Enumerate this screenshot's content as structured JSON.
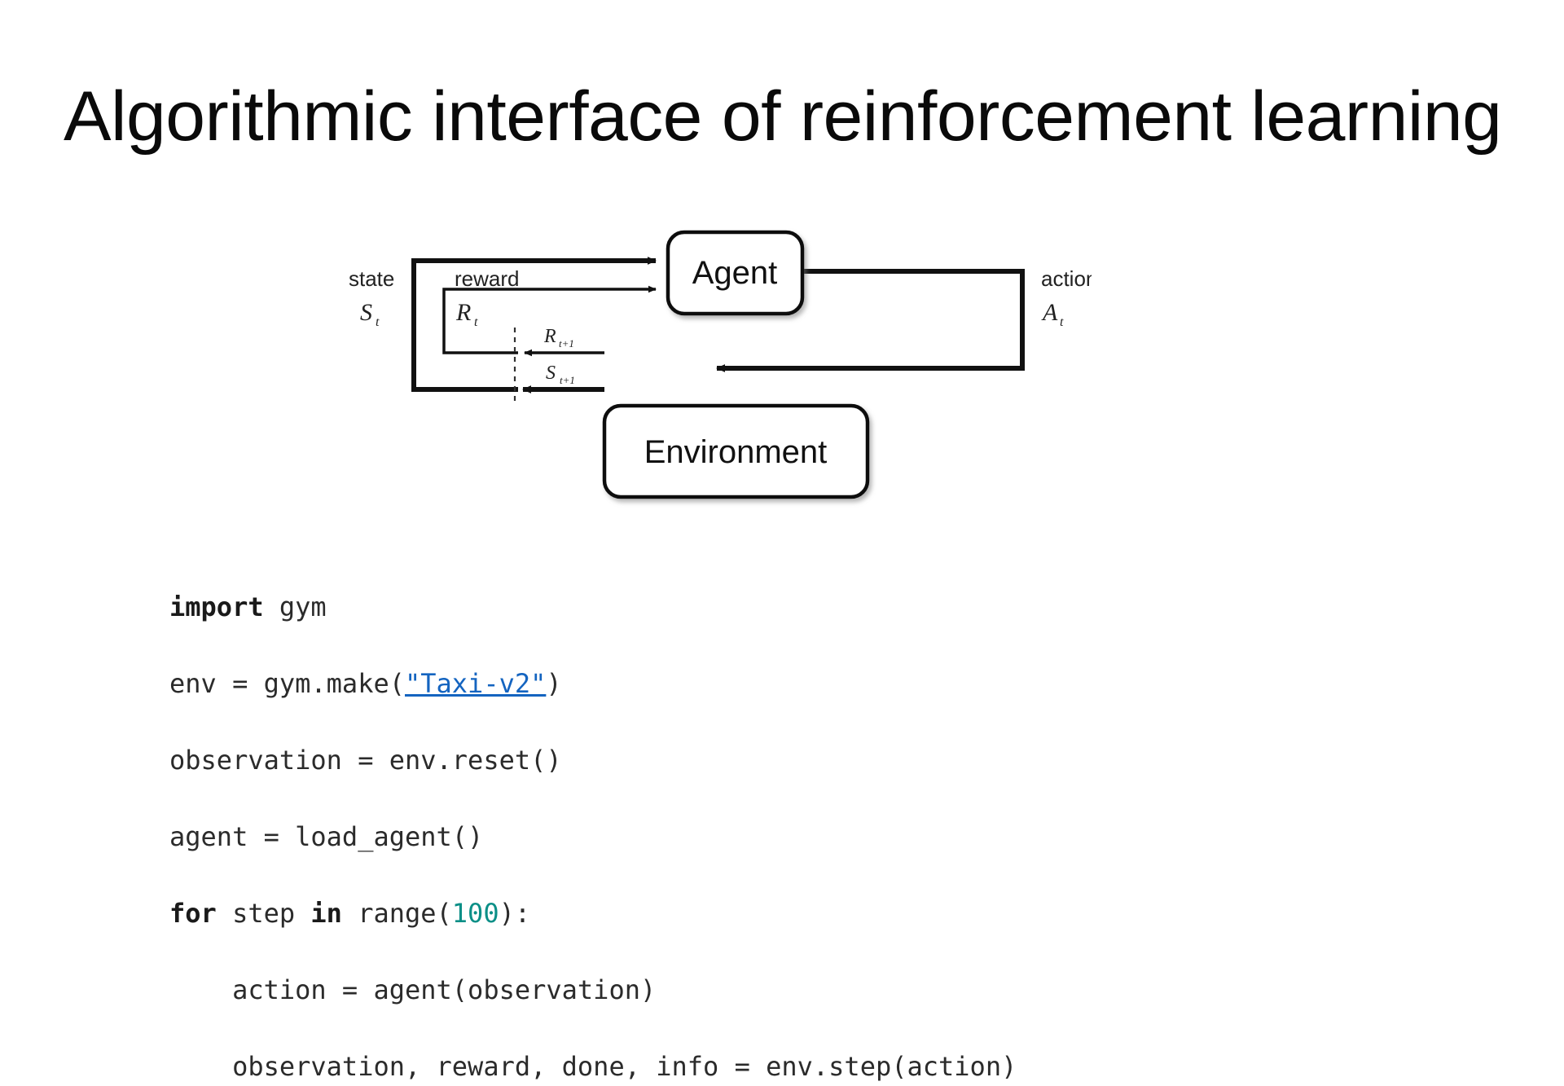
{
  "slide": {
    "title": "Algorithmic interface of reinforcement learning",
    "background_color": "#ffffff",
    "text_color": "#0a0a0a"
  },
  "diagram": {
    "name": "agent-environment-interaction-loop",
    "type": "block-flow",
    "nodes": [
      {
        "id": "agent",
        "label": "Agent"
      },
      {
        "id": "environment",
        "label": "Environment"
      }
    ],
    "edge_labels": {
      "state_word": "state",
      "state_symbol": "S",
      "state_subscript": "t",
      "reward_word": "reward",
      "reward_symbol": "R",
      "reward_subscript": "t",
      "action_word": "action",
      "action_symbol": "A",
      "action_subscript": "t",
      "reward_next_symbol": "R",
      "reward_next_subscript": "t+1",
      "state_next_symbol": "S",
      "state_next_subscript": "t+1"
    },
    "stroke_color": "#111111"
  },
  "code": {
    "language": "python",
    "keyword_color": "#1a1a1a",
    "number_color": "#0b8f87",
    "link_color": "#1464c0",
    "text_color": "#2b2b2b",
    "lines": [
      {
        "segments": [
          {
            "text": "import",
            "style": "keyword"
          },
          {
            "text": " gym",
            "style": "plain"
          }
        ]
      },
      {
        "segments": [
          {
            "text": "env = gym.make(",
            "style": "plain"
          },
          {
            "text": "\"Taxi-v2\"",
            "style": "link"
          },
          {
            "text": ")",
            "style": "plain"
          }
        ]
      },
      {
        "segments": [
          {
            "text": "observation = env.reset()",
            "style": "plain"
          }
        ]
      },
      {
        "segments": [
          {
            "text": "agent = load_agent()",
            "style": "plain"
          }
        ]
      },
      {
        "segments": [
          {
            "text": "for",
            "style": "keyword"
          },
          {
            "text": " step ",
            "style": "plain"
          },
          {
            "text": "in",
            "style": "keyword"
          },
          {
            "text": " range(",
            "style": "plain"
          },
          {
            "text": "100",
            "style": "number"
          },
          {
            "text": "):",
            "style": "plain"
          }
        ]
      },
      {
        "segments": [
          {
            "text": "    action = agent(observation)",
            "style": "plain"
          }
        ]
      },
      {
        "segments": [
          {
            "text": "    observation, reward, done, info = env.step(action)",
            "style": "plain"
          }
        ]
      }
    ],
    "plain_text": "import gym\nenv = gym.make(\"Taxi-v2\")\nobservation = env.reset()\nagent = load_agent()\nfor step in range(100):\n    action = agent(observation)\n    observation, reward, done, info = env.step(action)"
  }
}
